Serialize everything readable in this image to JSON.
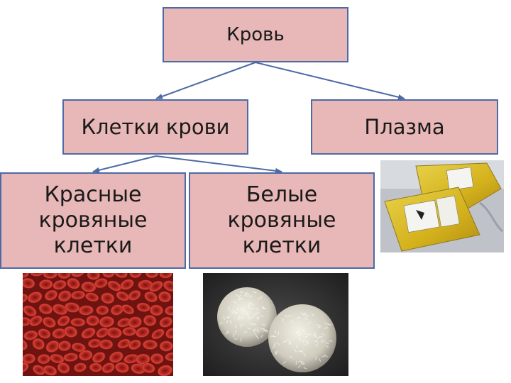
{
  "nodes": {
    "blood": "Кровь",
    "blood_cells": "Клетки крови",
    "plasma": "Плазма",
    "red_cells": "Красные\nкровяные\nклетки",
    "white_cells": "Белые\nкровяные\nклетки"
  },
  "colors": {
    "box_fill": "#e8b7b7",
    "box_border": "#4d6aa6",
    "arrow": "#4d6aa6"
  },
  "images": [
    {
      "name": "red-blood-cells-photo"
    },
    {
      "name": "white-blood-cells-photo"
    },
    {
      "name": "plasma-bags-photo"
    }
  ]
}
